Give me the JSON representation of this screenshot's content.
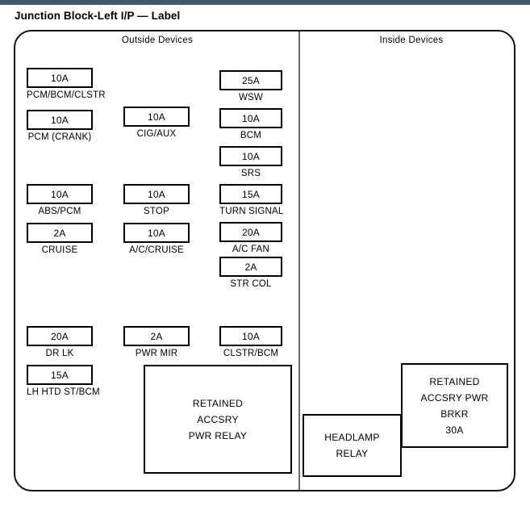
{
  "page": {
    "title": "Junction Block-Left I/P — Label",
    "top_bar_color": "#3d5a70",
    "panel_border_color": "#111111",
    "divider_color": "#6b6b6b"
  },
  "sections": {
    "outside_label": "Outside  Devices",
    "inside_label": "Inside  Devices"
  },
  "columns": {
    "col1": [
      {
        "rating": "10A",
        "label": "PCM/BCM/CLSTR"
      },
      {
        "rating": "10A",
        "label": "PCM (CRANK)"
      },
      {
        "rating": "10A",
        "label": "ABS/PCM"
      },
      {
        "rating": "2A",
        "label": "CRUISE"
      },
      {
        "rating": "20A",
        "label": "DR LK"
      },
      {
        "rating": "15A",
        "label": "LH HTD ST/BCM"
      }
    ],
    "col2": [
      {
        "rating": "10A",
        "label": "CIG/AUX"
      },
      {
        "rating": "10A",
        "label": "STOP"
      },
      {
        "rating": "10A",
        "label": "A/C/CRUISE"
      },
      {
        "rating": "2A",
        "label": "PWR MIR"
      }
    ],
    "col3": [
      {
        "rating": "25A",
        "label": "WSW"
      },
      {
        "rating": "10A",
        "label": "BCM"
      },
      {
        "rating": "10A",
        "label": "SRS"
      },
      {
        "rating": "15A",
        "label": "TURN SIGNAL"
      },
      {
        "rating": "20A",
        "label": "A/C FAN"
      },
      {
        "rating": "2A",
        "label": "STR COL"
      },
      {
        "rating": "10A",
        "label": "CLSTR/BCM"
      }
    ]
  },
  "relays": {
    "retained_accsry_pwr_relay": [
      "RETAINED",
      "ACCSRY",
      "PWR RELAY"
    ],
    "headlamp_relay": [
      "HEADLAMP",
      "RELAY"
    ],
    "retained_accsry_pwr_brkr": [
      "RETAINED",
      "ACCSRY PWR",
      "BRKR",
      "30A"
    ]
  }
}
